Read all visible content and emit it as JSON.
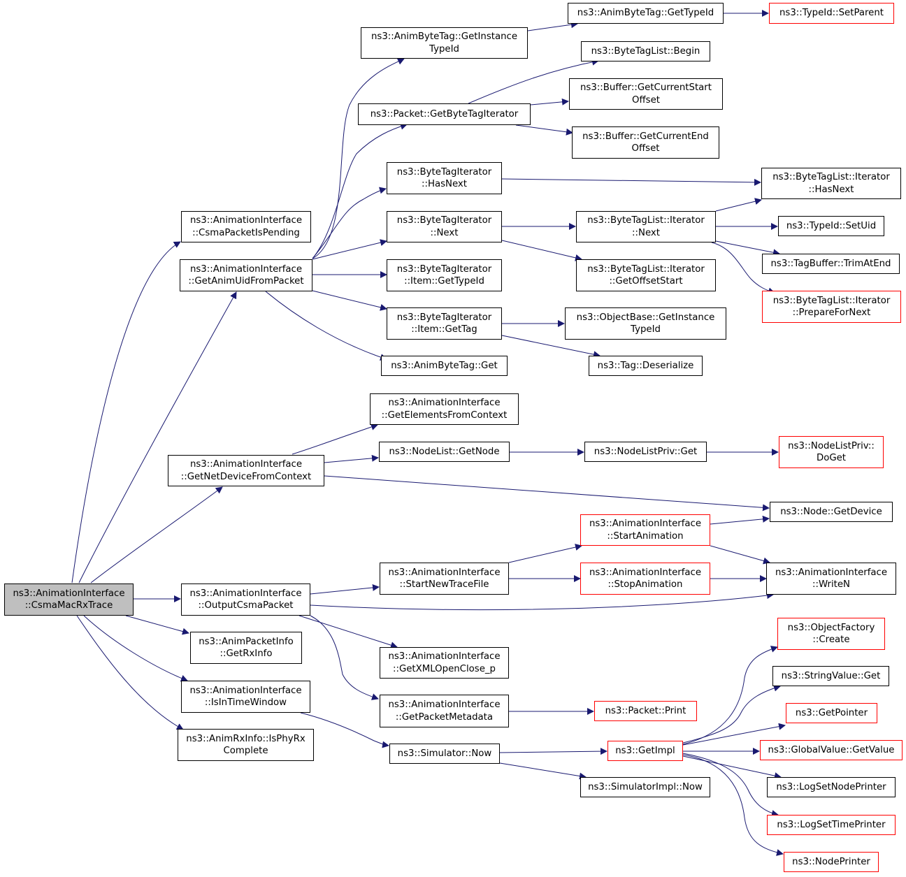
{
  "colors": {
    "edge": "#191970",
    "box_border": "#000000",
    "undocumented_border": "#ff0000",
    "root_fill": "#bfbfbf"
  },
  "nodes": {
    "root": "ns3::AnimationInterface\n::CsmaMacRxTrace",
    "csma_packet_is_pending": "ns3::AnimationInterface\n::CsmaPacketIsPending",
    "get_anim_uid_from_packet": "ns3::AnimationInterface\n::GetAnimUidFromPacket",
    "get_net_device_from_context": "ns3::AnimationInterface\n::GetNetDeviceFromContext",
    "output_csma_packet": "ns3::AnimationInterface\n::OutputCsmaPacket",
    "anim_packet_info_get_rx_info": "ns3::AnimPacketInfo\n::GetRxInfo",
    "is_in_time_window": "ns3::AnimationInterface\n::IsInTimeWindow",
    "anim_rx_info_is_phy_rx_complete": "ns3::AnimRxInfo::IsPhyRx\nComplete",
    "anim_byte_tag_get_instance_type_id": "ns3::AnimByteTag::GetInstance\nTypeId",
    "packet_get_byte_tag_iterator": "ns3::Packet::GetByteTagIterator",
    "byte_tag_iterator_has_next": "ns3::ByteTagIterator\n::HasNext",
    "byte_tag_iterator_next": "ns3::ByteTagIterator\n::Next",
    "byte_tag_iterator_item_get_type_id": "ns3::ByteTagIterator\n::Item::GetTypeId",
    "byte_tag_iterator_item_get_tag": "ns3::ByteTagIterator\n::Item::GetTag",
    "anim_byte_tag_get": "ns3::AnimByteTag::Get",
    "get_elements_from_context": "ns3::AnimationInterface\n::GetElementsFromContext",
    "node_list_get_node": "ns3::NodeList::GetNode",
    "start_new_trace_file": "ns3::AnimationInterface\n::StartNewTraceFile",
    "get_xml_open_close_p": "ns3::AnimationInterface\n::GetXMLOpenClose_p",
    "get_packet_metadata": "ns3::AnimationInterface\n::GetPacketMetadata",
    "simulator_now": "ns3::Simulator::Now",
    "anim_byte_tag_get_type_id": "ns3::AnimByteTag::GetTypeId",
    "byte_tag_list_begin": "ns3::ByteTagList::Begin",
    "buffer_get_current_start_offset": "ns3::Buffer::GetCurrentStart\nOffset",
    "buffer_get_current_end_offset": "ns3::Buffer::GetCurrentEnd\nOffset",
    "byte_tag_list_iterator_next": "ns3::ByteTagList::Iterator\n::Next",
    "byte_tag_list_iterator_get_offset_start": "ns3::ByteTagList::Iterator\n::GetOffsetStart",
    "object_base_get_instance_type_id": "ns3::ObjectBase::GetInstance\nTypeId",
    "tag_deserialize": "ns3::Tag::Deserialize",
    "node_list_priv_get": "ns3::NodeListPriv::Get",
    "start_animation": "ns3::AnimationInterface\n::StartAnimation",
    "stop_animation": "ns3::AnimationInterface\n::StopAnimation",
    "packet_print": "ns3::Packet::Print",
    "get_impl": "ns3::GetImpl",
    "simulator_impl_now": "ns3::SimulatorImpl::Now",
    "type_id_set_parent": "ns3::TypeId::SetParent",
    "byte_tag_list_iterator_has_next": "ns3::ByteTagList::Iterator\n::HasNext",
    "type_id_set_uid": "ns3::TypeId::SetUid",
    "tag_buffer_trim_at_end": "ns3::TagBuffer::TrimAtEnd",
    "byte_tag_list_iterator_prepare_for_next": "ns3::ByteTagList::Iterator\n::PrepareForNext",
    "node_list_priv_do_get": "ns3::NodeListPriv::\nDoGet",
    "node_get_device": "ns3::Node::GetDevice",
    "write_n": "ns3::AnimationInterface\n::WriteN",
    "object_factory_create": "ns3::ObjectFactory\n::Create",
    "string_value_get": "ns3::StringValue::Get",
    "get_pointer": "ns3::GetPointer",
    "global_value_get_value": "ns3::GlobalValue::GetValue",
    "log_set_node_printer": "ns3::LogSetNodePrinter",
    "log_set_time_printer": "ns3::LogSetTimePrinter",
    "node_printer": "ns3::NodePrinter"
  }
}
